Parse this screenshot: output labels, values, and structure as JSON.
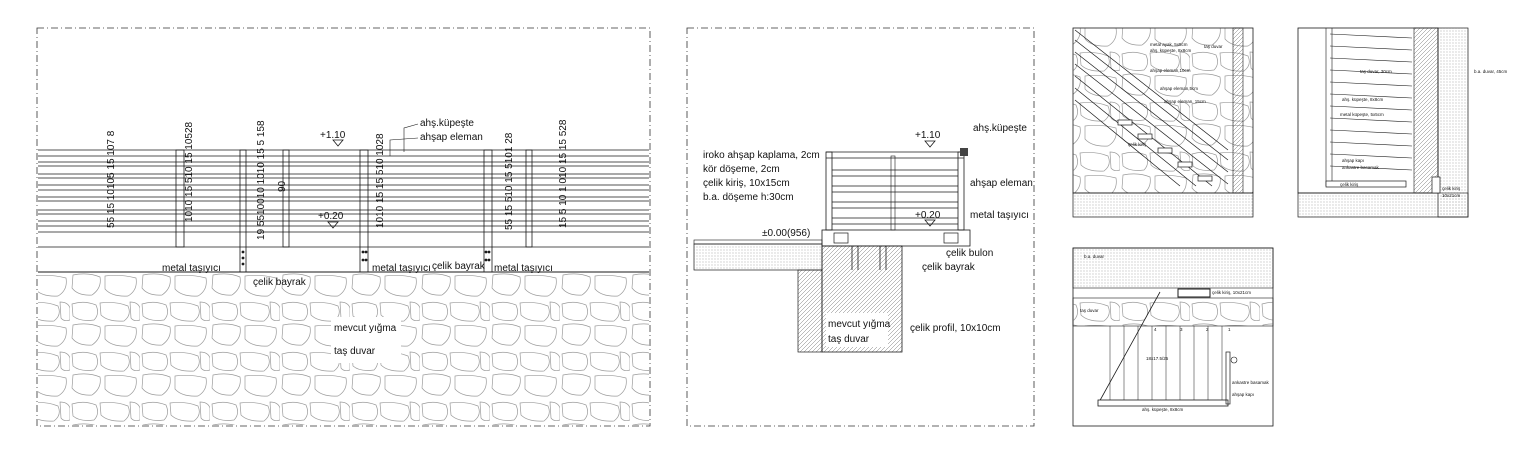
{
  "colors": {
    "line": "#1a1a1a",
    "stone": "#9a9a9a",
    "hatch": "#7a7a7a",
    "frame": "#333333"
  },
  "elevation": {
    "level_top": "+1.10",
    "level_mid": "+0.20",
    "rail_label_1": "ahş.küpeşte",
    "rail_label_2": "ahşap eleman",
    "height_90": "90",
    "dims_col_a": "55 15 10105 15 107 8",
    "dims_col_b": "1010 15 510 15 10528",
    "dims_col_c": "19 5510010 1010 15 5 158",
    "dims_col_d": "1010 15 15 510 1028",
    "dims_col_e": "55 15 510 15 5101 28",
    "dims_col_f": "15 5 10 1 010 15 15 528",
    "metal_1": "metal taşıyıcı",
    "metal_2": "metal taşıyıcı",
    "metal_3": "metal taşıyıcı",
    "bayrak_1": "çelik bayrak",
    "bayrak_2": "çelik bayrak",
    "wall_1": "mevcut yığma",
    "wall_2": "taş duvar"
  },
  "section": {
    "level_top": "+1.10",
    "level_mid": "+0.20",
    "level_zero": "±0.00(956)",
    "kupeste": "ahş.küpeşte",
    "spec_1": "iroko ahşap kaplama, 2cm",
    "spec_2": "kör döşeme, 2cm",
    "spec_3": "çelik kiriş, 10x15cm",
    "spec_4": "b.a. döşeme h:30cm",
    "ahsap": "ahşap eleman",
    "metal": "metal taşıyıcı",
    "bulon": "çelik bulon",
    "bayrak": "çelik bayrak",
    "wall_1": "mevcut yığma",
    "wall_2": "taş duvar",
    "profil": "çelik profil, 10x10cm"
  },
  "detail_a": {
    "t1": "metal ayak, 5x5cm",
    "t2": "ahş. küpeşte, 8x8cm",
    "t3": "taş duvar",
    "t4": "ahşap eleman,10cm",
    "t5": "ahşap eleman,5cm",
    "t6": "ahşap eleman, 15cm",
    "t7": "çelik kiriş"
  },
  "detail_b": {
    "t1": "taş duvar, 30cm",
    "t2": "b.a. duvar, 45cm",
    "t3": "ahş. küpeşte, 8x8cm",
    "t4": "metal küpeşte, 5x5cm",
    "t5": "ahşap kapı",
    "t6": "ankastre basamak",
    "t7": "çelik kiriş",
    "t8": "çelik kiriş",
    "t9": "10x21cm"
  },
  "plan": {
    "t1": "b.a. duvar",
    "t2": "çelik kiriş, 10x21cm",
    "t3": "taş duvar",
    "n1": "4",
    "n2": "3",
    "n3": "2",
    "n4": "1",
    "dim": "18x17.5/25",
    "t4": "ankastre basamak",
    "t5": "ahşap kapı",
    "t6": "ahş. küpeşte, 8x8cm"
  }
}
